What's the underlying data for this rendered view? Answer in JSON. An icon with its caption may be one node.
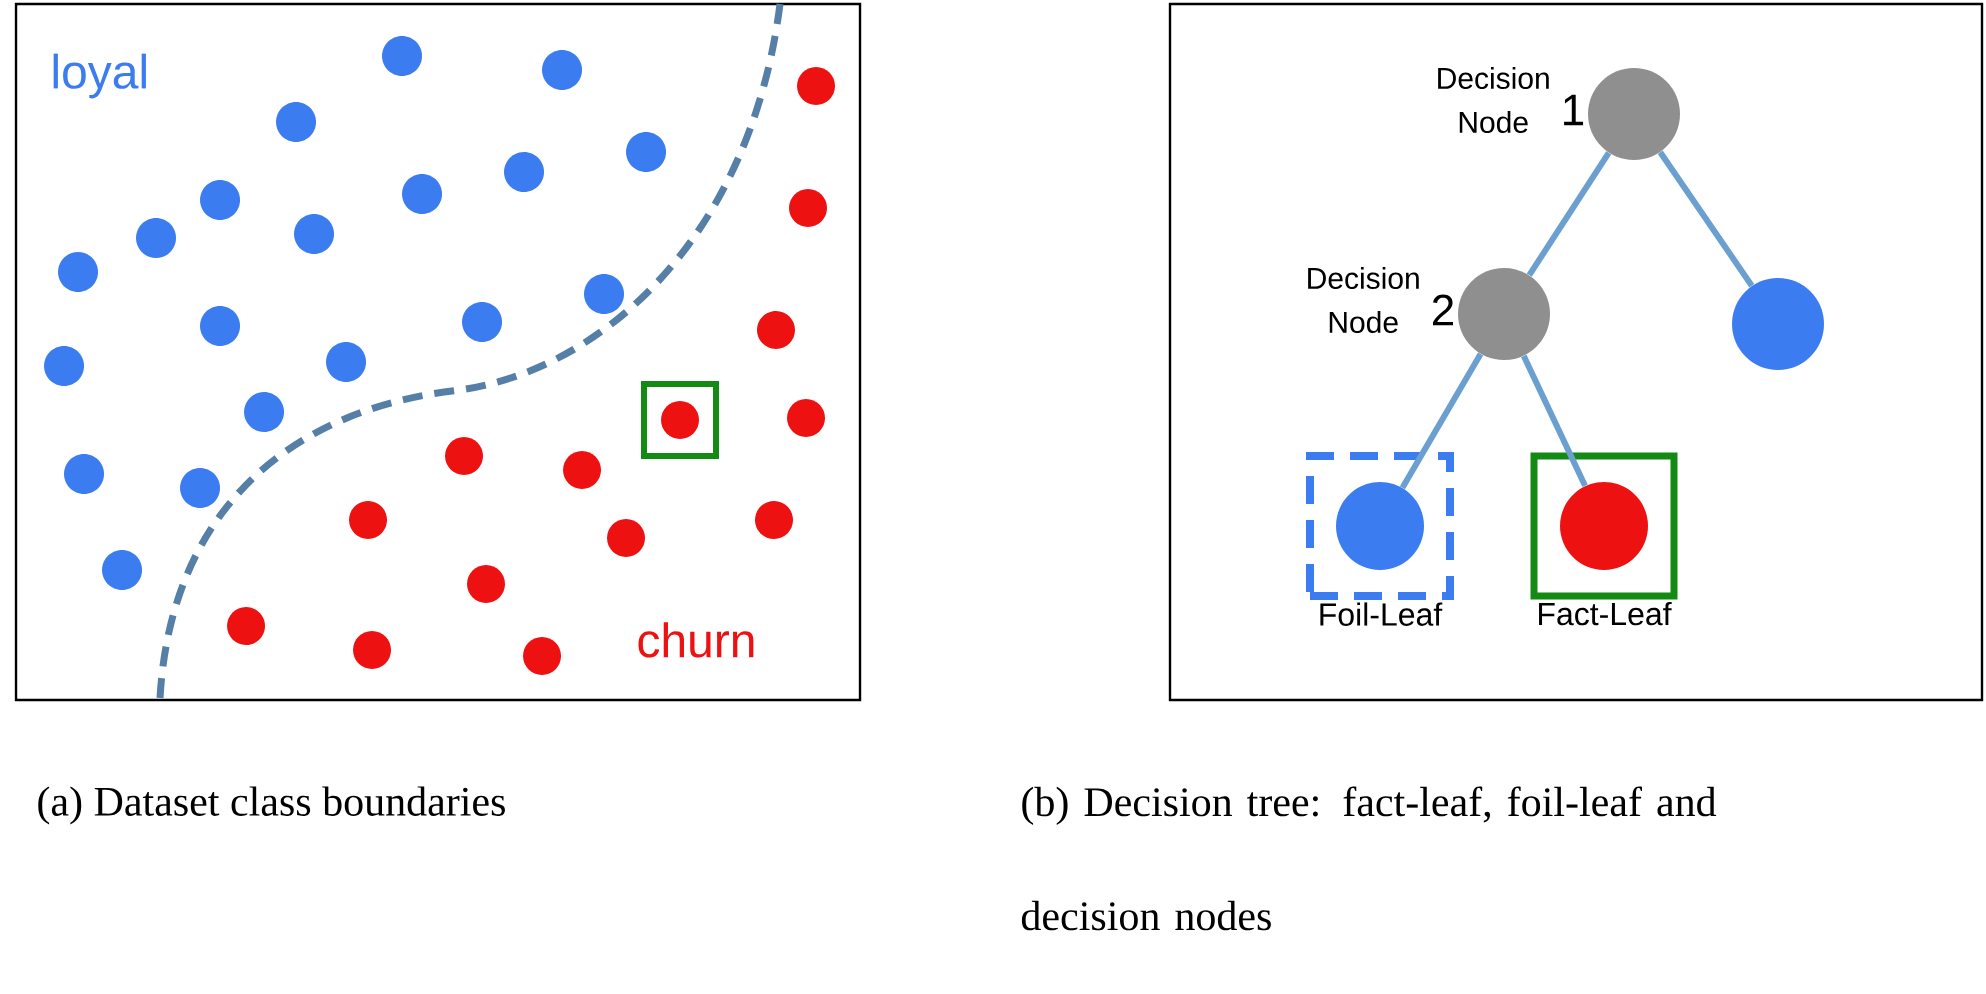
{
  "diagram": {
    "nodes": [
      {
        "text": [],
        "shape": "circle",
        "beside": [
          "Decision Node",
          "1"
        ]
      },
      {
        "text": [],
        "shape": "circle",
        "beside": [
          "Decision Node",
          "2"
        ]
      },
      {
        "text": [],
        "shape": "circle"
      },
      {
        "text": [
          "Foil-Leaf"
        ]
      },
      {
        "text": [],
        "shape": "circle",
        "in": 3
      },
      {
        "text": [
          "Fact-Leaf"
        ]
      },
      {
        "text": [],
        "shape": "circle",
        "in": 5
      }
    ],
    "edges": [
      {
        "from": 0,
        "to": 1,
        "arrow": "none"
      },
      {
        "from": 0,
        "to": 2,
        "arrow": "none"
      },
      {
        "from": 1,
        "to": 4,
        "arrow": "none"
      },
      {
        "from": 1,
        "to": 6,
        "arrow": "none"
      }
    ],
    "labels": [
      "loyal",
      "churn",
      "(a) Dataset class boundaries",
      "(b) Decision tree: fact-leaf, foil-leaf and decision nodes"
    ]
  }
}
